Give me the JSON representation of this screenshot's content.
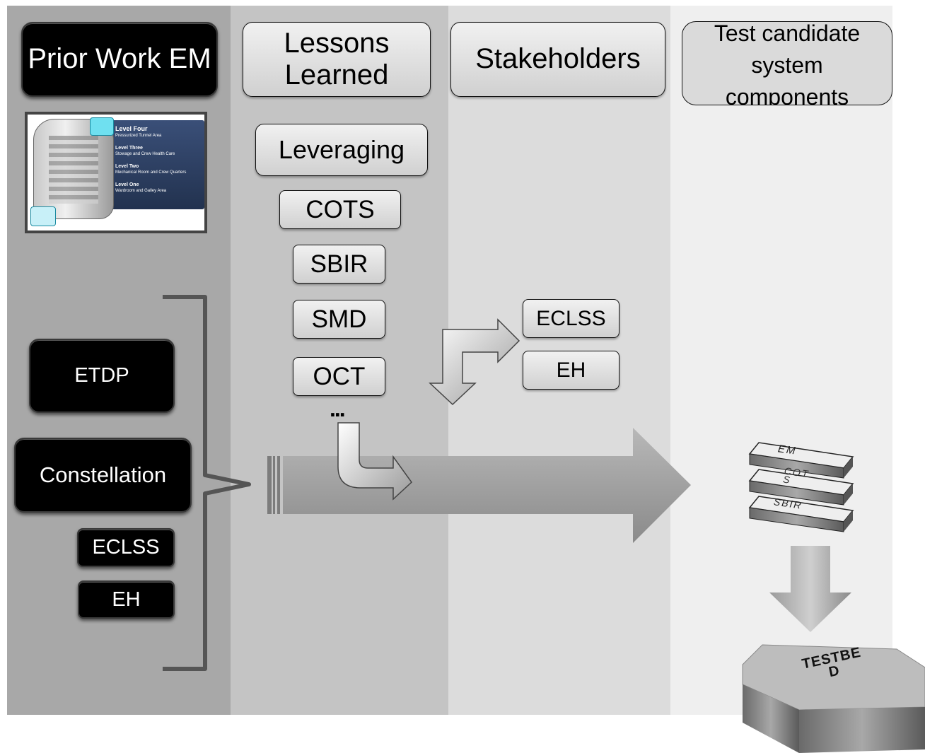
{
  "lanes": {
    "prior_work_em": "Prior Work EM",
    "lessons_learned": "Lessons Learned",
    "stakeholders": "Stakeholders",
    "test_candidate": "Test candidate system components"
  },
  "image_labels": {
    "level_four": "Level Four",
    "level_four_sub": "Pressurized Tunnel Area",
    "level_three": "Level Three",
    "level_three_sub": "Stowage and Crew Health Care",
    "level_two": "Level Two",
    "level_two_sub": "Mechanical Room and Crew Quarters",
    "level_one": "Level One",
    "level_one_sub": "Wardroom and Galley Area"
  },
  "prior_work_items": {
    "etdp": "ETDP",
    "constellation": "Constellation",
    "eclss": "ECLSS",
    "eh": "EH"
  },
  "lessons_items": {
    "leveraging": "Leveraging",
    "cots": "COTS",
    "sbir": "SBIR",
    "smd": "SMD",
    "oct": "OCT",
    "more": "..."
  },
  "stakeholder_items": {
    "eclss": "ECLSS",
    "eh": "EH"
  },
  "stack": {
    "em": "EM",
    "cots_line1": "COT",
    "cots_line2": "S",
    "sbir": "SBIR"
  },
  "testbed": {
    "line1": "TESTBE",
    "line2": "D"
  },
  "colors": {
    "lane1": "#a8a8a8",
    "lane2": "#c4c4c4",
    "lane3": "#dcdcdc",
    "lane4": "#efefef"
  }
}
